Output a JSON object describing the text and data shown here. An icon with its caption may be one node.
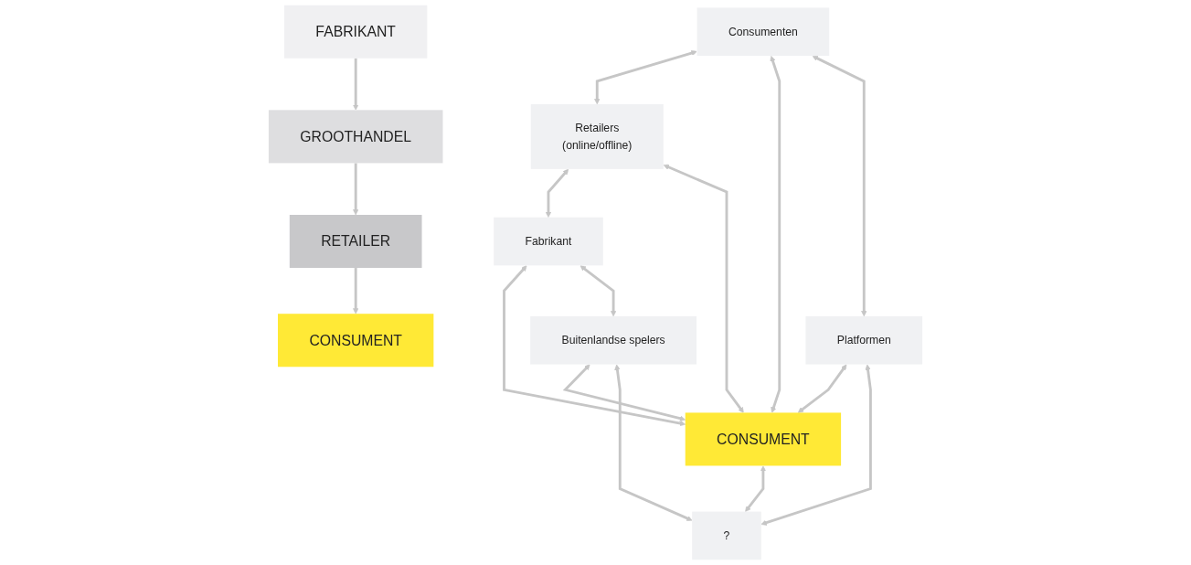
{
  "diagram": {
    "nodes": [
      {
        "text": [
          "FABRIKANT"
        ]
      },
      {
        "text": [
          "GROOTHANDEL"
        ]
      },
      {
        "text": [
          "RETAILER"
        ]
      },
      {
        "text": [
          "CONSUMENT"
        ]
      },
      {
        "text": [
          "Retailers",
          "(online/offline)"
        ]
      },
      {
        "text": [
          "Consumenten"
        ]
      },
      {
        "text": [
          "Fabrikant"
        ]
      },
      {
        "text": [
          "CONSUMENT"
        ]
      },
      {
        "text": [
          "Platformen"
        ]
      },
      {
        "text": [
          "Buitenlandse spelers"
        ]
      },
      {
        "text": [
          "?"
        ]
      }
    ],
    "edges": [
      {
        "from": 0,
        "to": 1,
        "arrow": "to"
      },
      {
        "from": 1,
        "to": 2,
        "arrow": "to"
      },
      {
        "from": 2,
        "to": 3,
        "arrow": "to"
      },
      {
        "from": 5,
        "to": 4,
        "arrow": "both"
      },
      {
        "from": 4,
        "to": 6,
        "arrow": "both"
      },
      {
        "from": 4,
        "to": 7,
        "arrow": "both"
      },
      {
        "from": 5,
        "to": 7,
        "arrow": "both"
      },
      {
        "from": 6,
        "to": 7,
        "arrow": "both"
      },
      {
        "from": 5,
        "to": 8,
        "arrow": "both"
      },
      {
        "from": 6,
        "to": 9,
        "arrow": "both"
      },
      {
        "from": 8,
        "to": 7,
        "arrow": "both"
      },
      {
        "from": 9,
        "to": 7,
        "arrow": "both"
      },
      {
        "from": 7,
        "to": 10,
        "arrow": "both"
      },
      {
        "from": 8,
        "to": 10,
        "arrow": "both"
      },
      {
        "from": 9,
        "to": 10,
        "arrow": "both"
      }
    ]
  }
}
